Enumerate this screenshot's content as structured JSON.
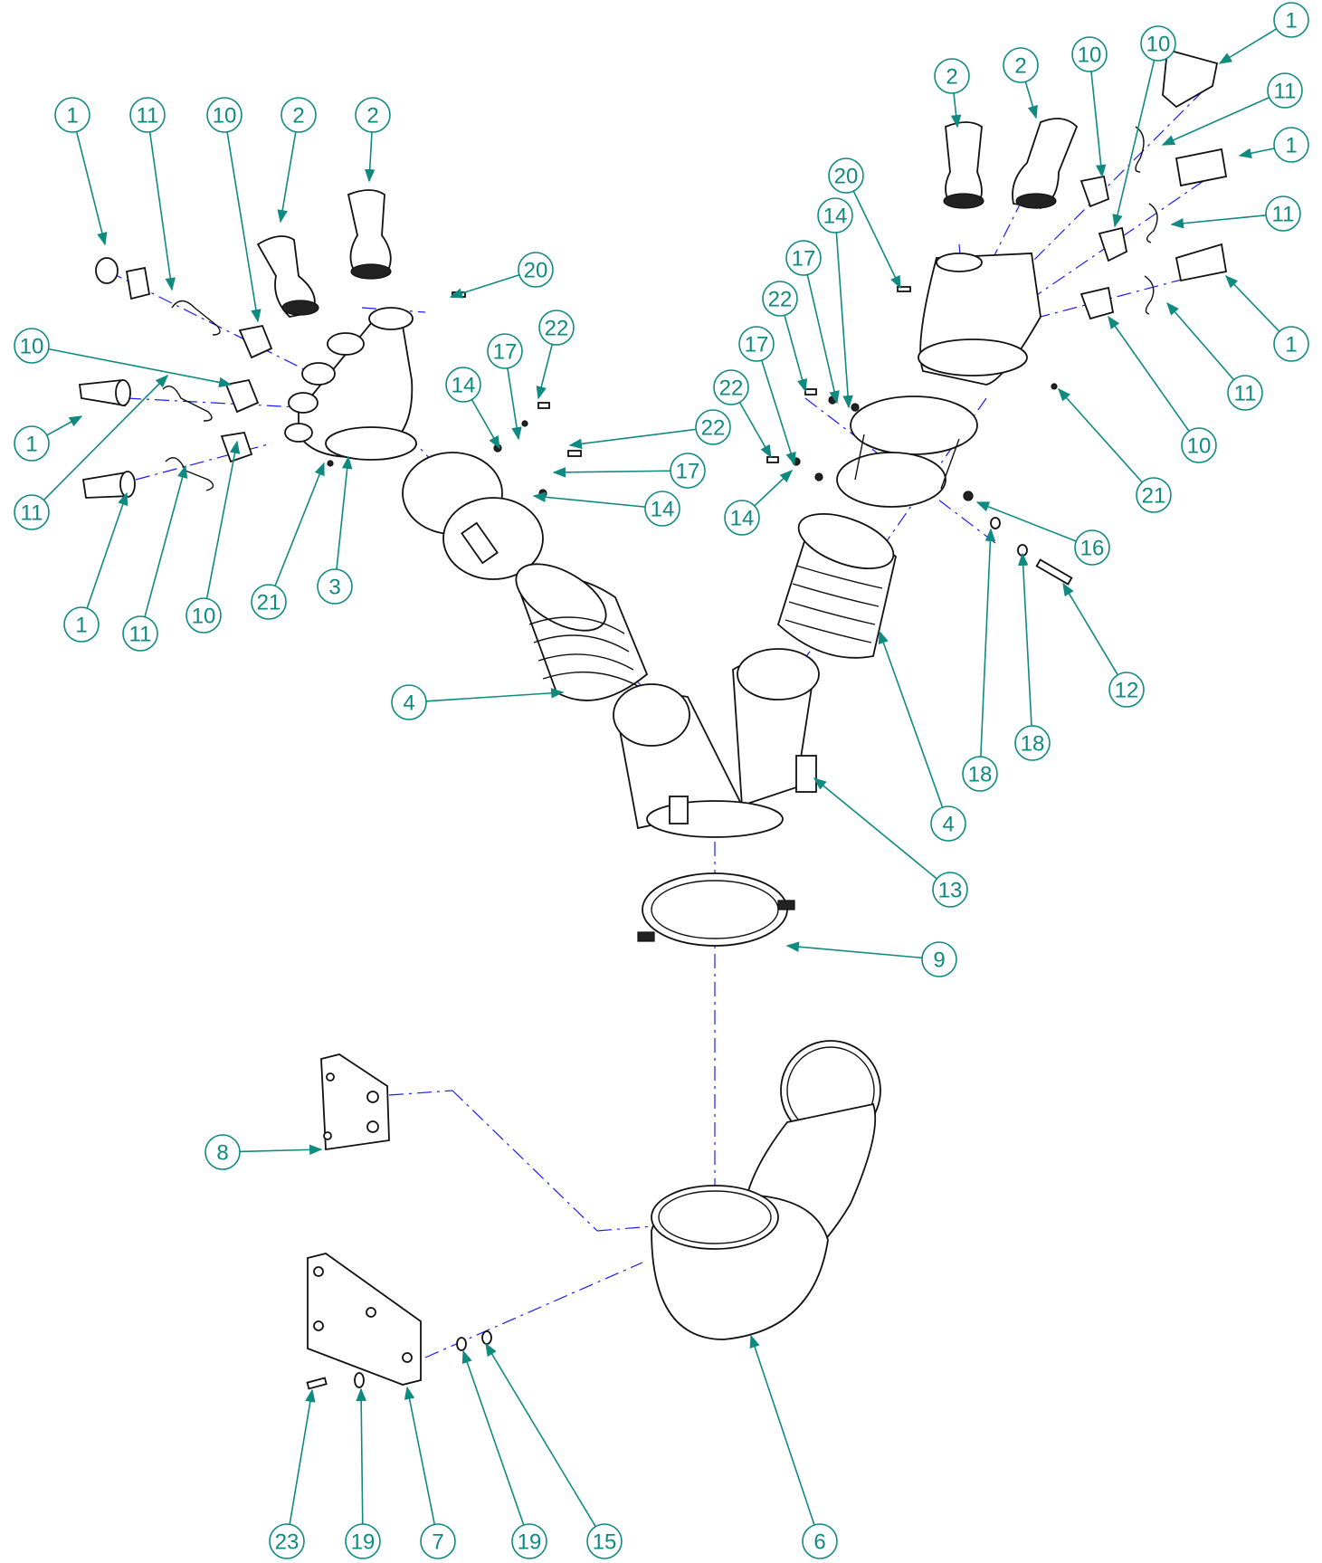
{
  "diagram": {
    "type": "exploded-assembly-drawing",
    "colors": {
      "balloon": "#0f8a80",
      "axis_line": "#1a1aff",
      "part_outline": "#111111",
      "background": "#ffffff"
    },
    "balloons": [
      {
        "label": "1"
      },
      {
        "label": "11"
      },
      {
        "label": "10"
      },
      {
        "label": "2"
      },
      {
        "label": "2"
      },
      {
        "label": "10"
      },
      {
        "label": "1"
      },
      {
        "label": "11"
      },
      {
        "label": "1"
      },
      {
        "label": "11"
      },
      {
        "label": "10"
      },
      {
        "label": "21"
      },
      {
        "label": "3"
      },
      {
        "label": "20"
      },
      {
        "label": "22"
      },
      {
        "label": "17"
      },
      {
        "label": "14"
      },
      {
        "label": "22"
      },
      {
        "label": "17"
      },
      {
        "label": "14"
      },
      {
        "label": "4"
      },
      {
        "label": "2"
      },
      {
        "label": "2"
      },
      {
        "label": "10"
      },
      {
        "label": "10"
      },
      {
        "label": "1"
      },
      {
        "label": "11"
      },
      {
        "label": "1"
      },
      {
        "label": "11"
      },
      {
        "label": "1"
      },
      {
        "label": "11"
      },
      {
        "label": "10"
      },
      {
        "label": "21"
      },
      {
        "label": "20"
      },
      {
        "label": "14"
      },
      {
        "label": "17"
      },
      {
        "label": "22"
      },
      {
        "label": "17"
      },
      {
        "label": "22"
      },
      {
        "label": "14"
      },
      {
        "label": "16"
      },
      {
        "label": "12"
      },
      {
        "label": "18"
      },
      {
        "label": "18"
      },
      {
        "label": "4"
      },
      {
        "label": "13"
      },
      {
        "label": "9"
      },
      {
        "label": "8"
      },
      {
        "label": "23"
      },
      {
        "label": "19"
      },
      {
        "label": "7"
      },
      {
        "label": "19"
      },
      {
        "label": "15"
      },
      {
        "label": "6"
      }
    ]
  }
}
